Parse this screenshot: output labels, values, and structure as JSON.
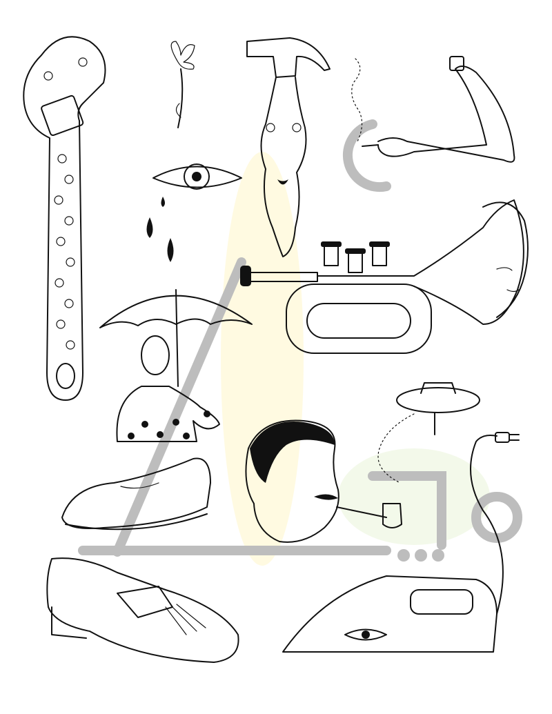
{
  "sheet": {
    "background": "#ffffff",
    "ink_color": "#111111",
    "watermark_color": "#bdbdbd",
    "tint_colors": [
      "#fff6c9",
      "#e8f4d6"
    ]
  },
  "illustrations": [
    "adjustable-wrench-floral",
    "small-flower",
    "crying-eye",
    "hammer-female-torso",
    "arm-holding-cigarette",
    "woman-head-trumpet",
    "bald-figure-with-umbrella",
    "floating-saucer-island",
    "man-with-pipe",
    "loafer-top",
    "loafer-bottom",
    "vacuum-iron-with-eye"
  ]
}
